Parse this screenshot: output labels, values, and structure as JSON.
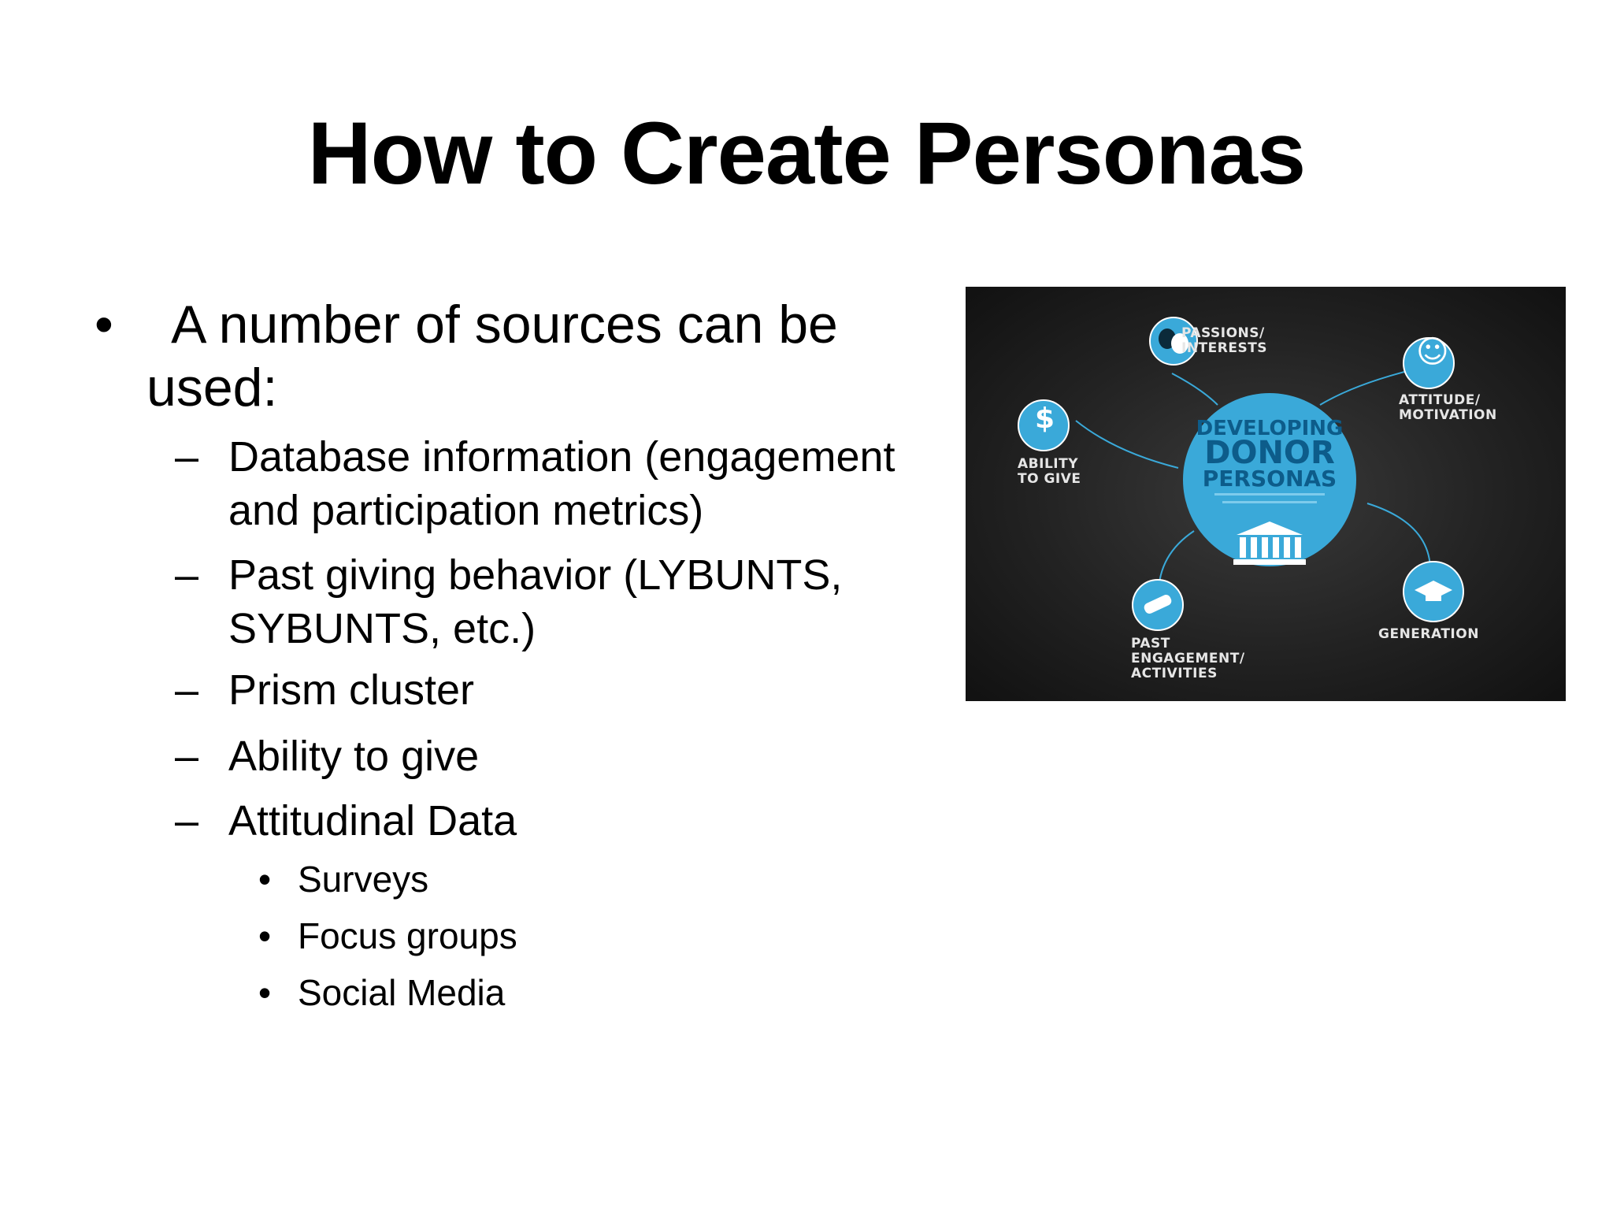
{
  "slide": {
    "title": "How to Create Personas",
    "main_bullet": {
      "symbol": "•",
      "text_line1": " A number of sources can be",
      "text_line2": "used:"
    },
    "sub_items": [
      {
        "symbol": "–",
        "line1": "Database information (engagement",
        "line2": "and participation metrics)"
      },
      {
        "symbol": "–",
        "line1": "Past giving behavior (LYBUNTS,",
        "line2": "SYBUNTS, etc.)"
      },
      {
        "symbol": "–",
        "line1": "Prism cluster"
      },
      {
        "symbol": "–",
        "line1": "Ability to give"
      },
      {
        "symbol": "–",
        "line1": "Attitudinal Data"
      }
    ],
    "sub_sub_items": [
      {
        "symbol": "•",
        "text": "Surveys"
      },
      {
        "symbol": "•",
        "text": "Focus groups"
      },
      {
        "symbol": "•",
        "text": "Social Media"
      }
    ]
  },
  "graphic": {
    "center_line1": "DEVELOPING",
    "center_line2": "DONOR",
    "center_line3": "PERSONAS",
    "labels": {
      "passions_1": "PASSIONS/",
      "passions_2": "INTERESTS",
      "attitude_1": "ATTITUDE/",
      "attitude_2": "MOTIVATION",
      "ability_1": "ABILITY",
      "ability_2": "TO GIVE",
      "past_1": "PAST",
      "past_2": "ENGAGEMENT/",
      "past_3": "ACTIVITIES",
      "generation": "GENERATION"
    },
    "icon_glyphs": {
      "dollar": "$",
      "smile": "☺"
    },
    "colors": {
      "accent_blue": "#3aa9d9",
      "dark_blue": "#0d5c8a",
      "background": "#222222"
    }
  }
}
